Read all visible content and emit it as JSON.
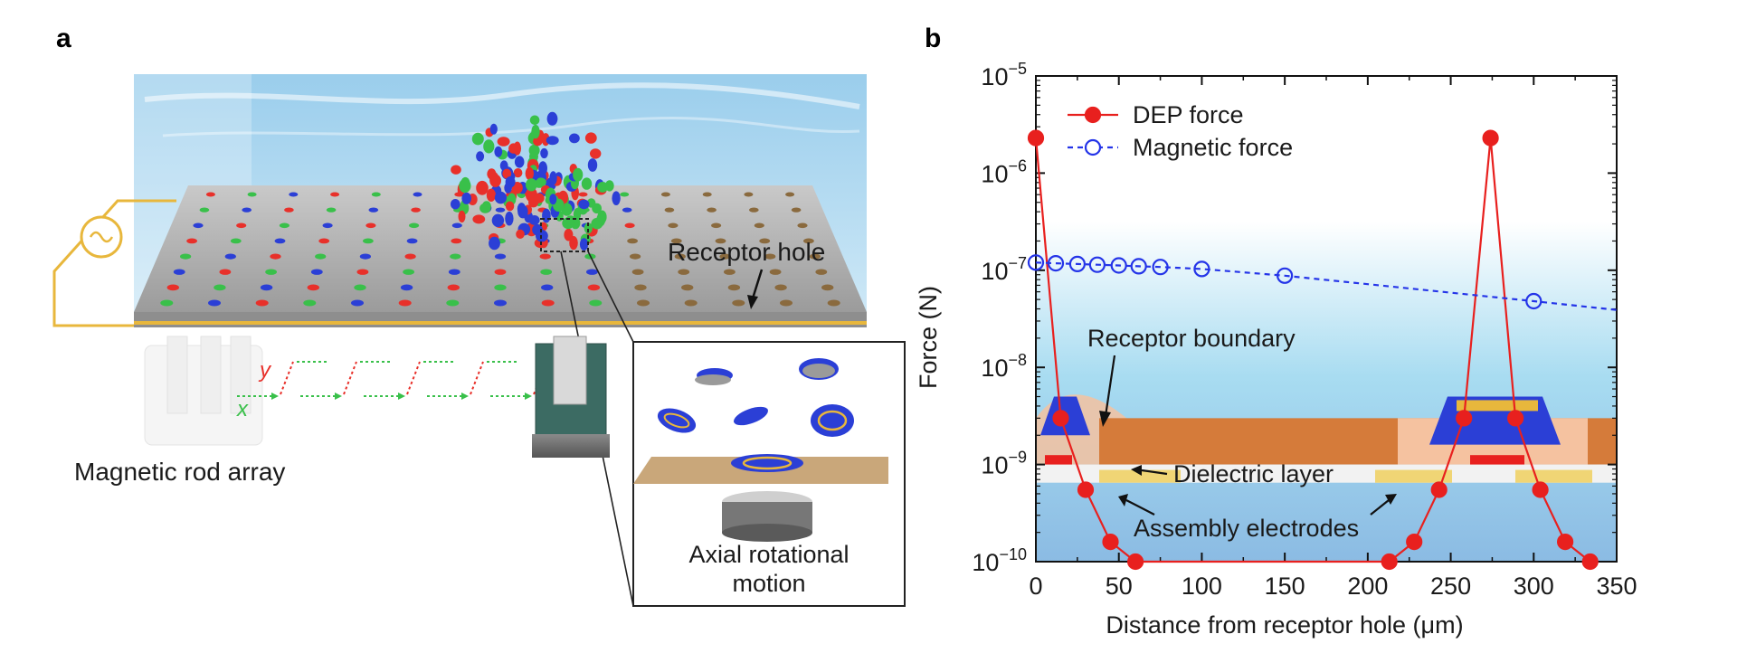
{
  "panels": {
    "a": {
      "letter": "a",
      "labels": {
        "receptor_hole": "Receptor hole",
        "magnetic_rod_array": "Magnetic rod array",
        "axis_x": "x",
        "axis_y": "y",
        "inset_caption_line1": "Axial rotational",
        "inset_caption_line2": "motion"
      },
      "colors": {
        "water": "#a9d6ef",
        "plate": "#b9b9b9",
        "red_disk": "#e8302a",
        "green_disk": "#39c04a",
        "blue_disk": "#2b3fd6",
        "wire": "#e8b73c"
      }
    },
    "b": {
      "letter": "b"
    }
  },
  "chart_data": {
    "type": "line",
    "xlabel": "Distance from receptor hole (μm)",
    "ylabel": "Force (N)",
    "xlim": [
      0,
      350
    ],
    "ylim": [
      1e-10,
      1e-05
    ],
    "yscale": "log",
    "x_ticks": [
      0,
      50,
      100,
      150,
      200,
      250,
      300,
      350
    ],
    "y_ticks": [
      {
        "value": 1e-05,
        "base": "10",
        "exp": "−5"
      },
      {
        "value": 1e-06,
        "base": "10",
        "exp": "−6"
      },
      {
        "value": 1e-07,
        "base": "10",
        "exp": "−7"
      },
      {
        "value": 1e-08,
        "base": "10",
        "exp": "−8"
      },
      {
        "value": 1e-09,
        "base": "10",
        "exp": "−9"
      },
      {
        "value": 1e-10,
        "base": "10",
        "exp": "−10"
      }
    ],
    "legend_position": "top-left",
    "series": [
      {
        "name": "DEP force",
        "color": "#e8201e",
        "marker": "filled-circle",
        "line": "solid",
        "points": [
          [
            0,
            2.3e-06
          ],
          [
            15,
            3e-09
          ],
          [
            30,
            5.5e-10
          ],
          [
            45,
            1.6e-10
          ],
          [
            60,
            1e-10
          ],
          [
            213,
            1e-10
          ],
          [
            228,
            1.6e-10
          ],
          [
            243,
            5.5e-10
          ],
          [
            258,
            3e-09
          ],
          [
            274,
            2.3e-06
          ],
          [
            289,
            3e-09
          ],
          [
            304,
            5.5e-10
          ],
          [
            319,
            1.6e-10
          ],
          [
            334,
            1e-10
          ]
        ]
      },
      {
        "name": "Magnetic force",
        "color": "#2434e8",
        "marker": "open-circle",
        "line": "dashed",
        "points": [
          [
            0,
            1.2e-07
          ],
          [
            12,
            1.18e-07
          ],
          [
            25,
            1.16e-07
          ],
          [
            37,
            1.14e-07
          ],
          [
            50,
            1.12e-07
          ],
          [
            62,
            1.1e-07
          ],
          [
            75,
            1.08e-07
          ],
          [
            100,
            1.03e-07
          ],
          [
            150,
            8.8e-08
          ],
          [
            300,
            4.8e-08
          ]
        ],
        "line_extends_to": [
          350,
          3.9e-08
        ]
      }
    ],
    "annotations": [
      {
        "text": "Receptor boundary"
      },
      {
        "text": "Dielectric layer"
      },
      {
        "text": "Assembly electrodes"
      }
    ]
  }
}
